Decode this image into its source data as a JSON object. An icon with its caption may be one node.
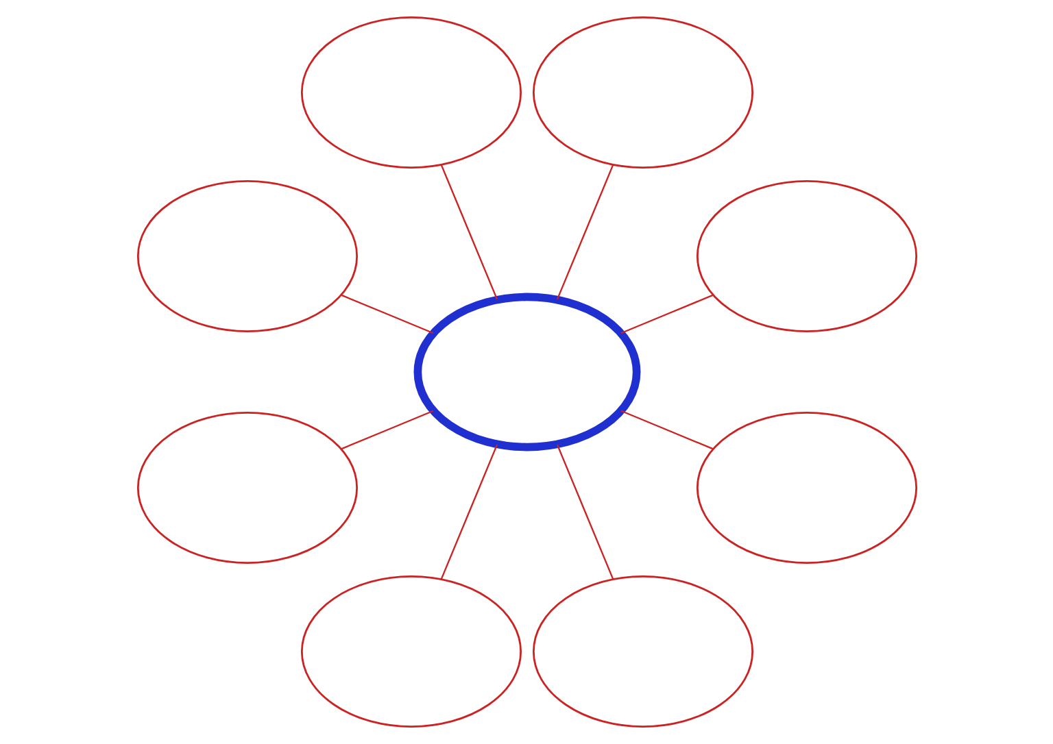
{
  "diagram": {
    "nodes": [
      {
        "text": [],
        "shape": "ellipse"
      },
      {
        "text": [],
        "shape": "ellipse"
      },
      {
        "text": [],
        "shape": "ellipse"
      },
      {
        "text": [],
        "shape": "ellipse"
      },
      {
        "text": [],
        "shape": "ellipse"
      },
      {
        "text": [],
        "shape": "ellipse"
      },
      {
        "text": [],
        "shape": "ellipse"
      },
      {
        "text": [],
        "shape": "ellipse"
      },
      {
        "text": [],
        "shape": "ellipse"
      }
    ],
    "edges": [
      {
        "from": 0,
        "to": 1,
        "arrow": "none"
      },
      {
        "from": 0,
        "to": 3,
        "arrow": "none"
      },
      {
        "from": 0,
        "to": 5,
        "arrow": "none"
      },
      {
        "from": 0,
        "to": 8,
        "arrow": "none"
      },
      {
        "from": 0,
        "to": 7,
        "arrow": "none"
      },
      {
        "from": 0,
        "to": 6,
        "arrow": "none"
      },
      {
        "from": 0,
        "to": 4,
        "arrow": "none"
      },
      {
        "from": 0,
        "to": 2,
        "arrow": "none"
      }
    ]
  }
}
